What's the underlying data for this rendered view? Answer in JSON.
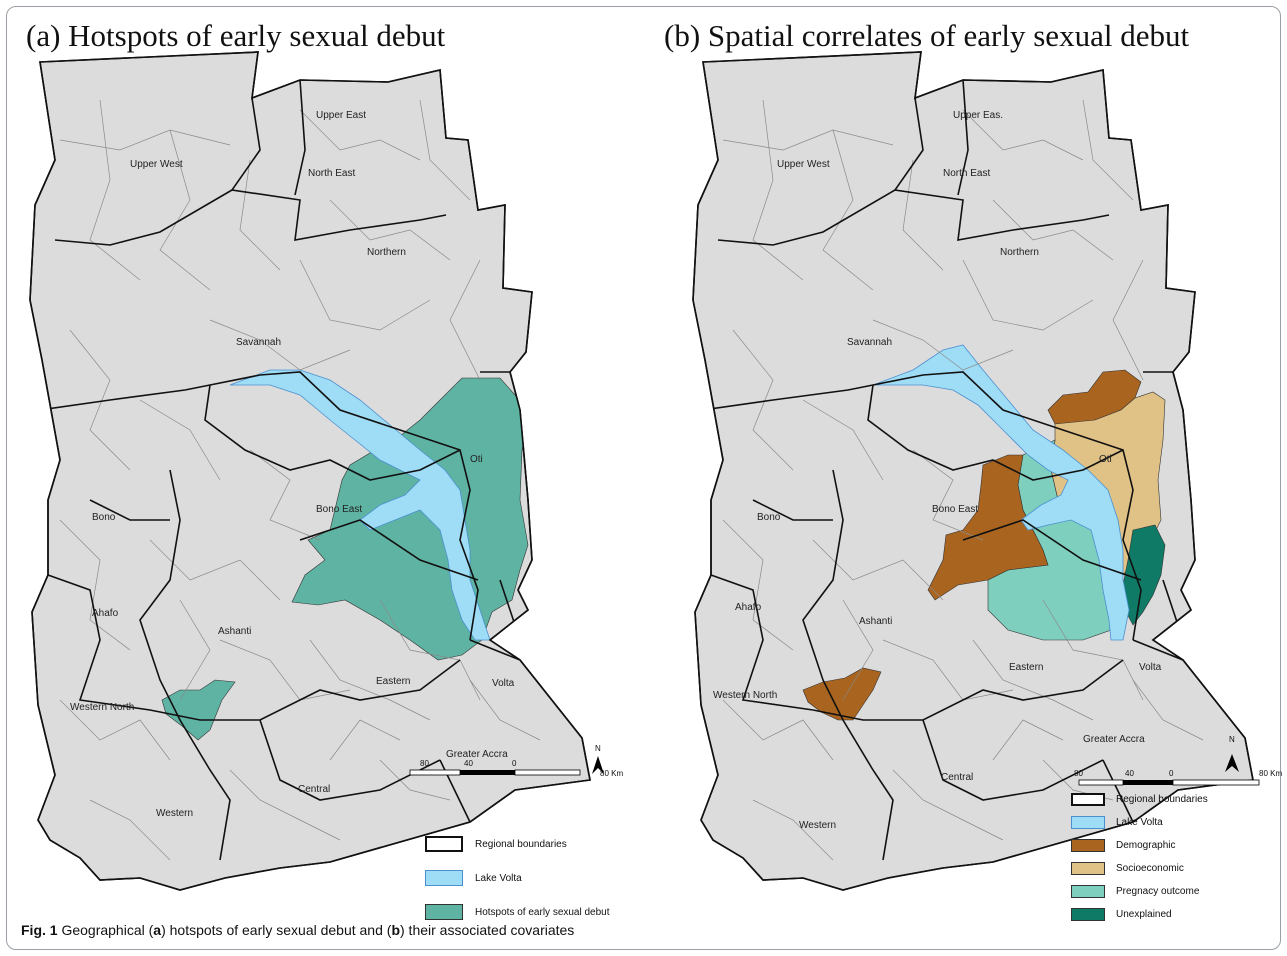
{
  "panel_a": {
    "title": "(a) Hotspots of early sexual debut",
    "regions": {
      "upper_east": "Upper East",
      "upper_west": "Upper West",
      "north_east": "North East",
      "northern": "Northern",
      "savannah": "Savannah",
      "oti": "Oti",
      "bono_east": "Bono East",
      "bono": "Bono",
      "ahafo": "Ahafo",
      "ashanti": "Ashanti",
      "eastern": "Eastern",
      "volta": "Volta",
      "western_north": "Western North",
      "western": "Western",
      "central": "Central",
      "greater_accra": "Greater Accra"
    },
    "scale": {
      "ticks": [
        "80",
        "40",
        "0",
        "80 Km"
      ]
    },
    "north": "N",
    "legend": [
      {
        "label": "Regional boundaries",
        "color": "#ffffff"
      },
      {
        "label": "Lake Volta",
        "color": "#9fdcf5"
      },
      {
        "label": "Hotspots of early sexual debut",
        "color": "#5fb3a3"
      }
    ]
  },
  "panel_b": {
    "title": "(b) Spatial correlates of early sexual debut",
    "regions": {
      "upper_east": "Upper Eas.",
      "upper_west": "Upper West",
      "north_east": "North East",
      "northern": "Northern",
      "savannah": "Savannah",
      "oti": "Oti",
      "bono_east": "Bono East",
      "bono": "Bono",
      "ahafo": "Ahafo",
      "ashanti": "Ashanti",
      "eastern": "Eastern",
      "volta": "Volta",
      "western_north": "Western North",
      "western": "Western",
      "central": "Central",
      "greater_accra": "Greater Accra"
    },
    "scale": {
      "ticks": [
        "80",
        "40",
        "0",
        "80 Km"
      ]
    },
    "north": "N",
    "legend": [
      {
        "label": "Regional boundaries",
        "color": "#ffffff"
      },
      {
        "label": "Lake Volta",
        "color": "#9fdcf5"
      },
      {
        "label": "Demographic",
        "color": "#a9641f"
      },
      {
        "label": "Socioeconomic",
        "color": "#e0c287"
      },
      {
        "label": "Pregnacy outcome",
        "color": "#7fcfbf"
      },
      {
        "label": "Unexplained",
        "color": "#0f7a66"
      }
    ]
  },
  "caption": {
    "fig": "Fig. 1",
    "p1": " Geographical (",
    "a": "a",
    "p2": ") hotspots of early sexual debut and (",
    "b": "b",
    "p3": ") their associated covariates"
  },
  "colors": {
    "land": "#dcdcdc",
    "lake": "#9fdcf5",
    "hotspot": "#5fb3a3",
    "demographic": "#a9641f",
    "socioeconomic": "#e0c287",
    "pregnancy": "#7fcfbf",
    "unexplained": "#0f7a66"
  }
}
